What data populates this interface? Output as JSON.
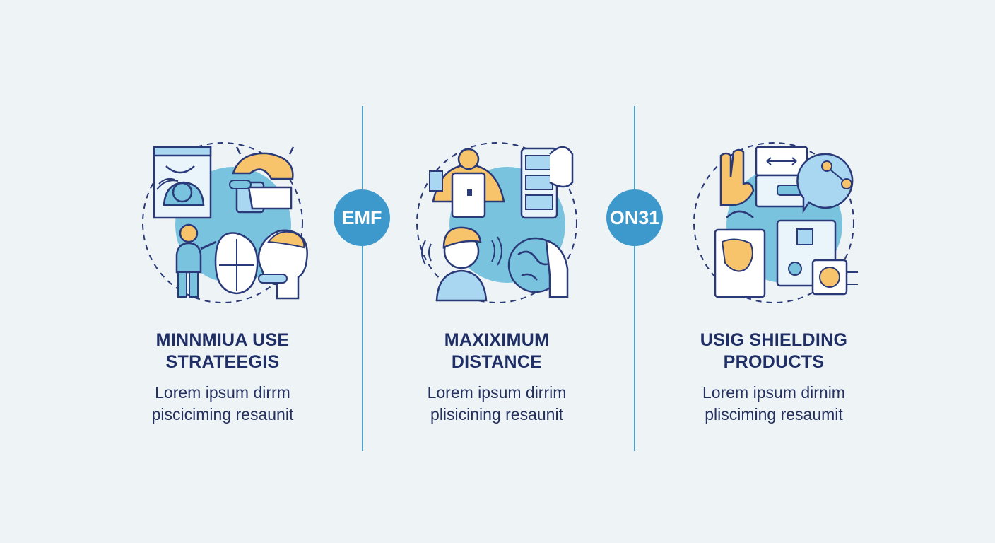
{
  "colors": {
    "background": "#eef3f6",
    "accent_blue": "#3d98cc",
    "circle_fill": "#79c3df",
    "accent_orange": "#f7c46c",
    "outline": "#2a3a78",
    "light_blue": "#a9d6f0"
  },
  "badges": [
    {
      "label": "EMF"
    },
    {
      "label": "ON31"
    }
  ],
  "steps": [
    {
      "title_line1": "MINNMIUA USE",
      "title_line2": "STRATEEGIS",
      "text_line1": "Lorem ipsum dirrm",
      "text_line2": "pisciciming resaunit",
      "icon": "mobile-use-icon"
    },
    {
      "title_line1": "MAXIXIMUM",
      "title_line2": "DISTANCE",
      "text_line1": "Lorem ipsum dirrim",
      "text_line2": "plisicining resaunit",
      "icon": "distance-icon"
    },
    {
      "title_line1": "USIG SHIELDING",
      "title_line2": "PRODUCTS",
      "text_line1": "Lorem ipsum dirnim",
      "text_line2": "plisciming resaumit",
      "icon": "shielding-products-icon"
    }
  ]
}
